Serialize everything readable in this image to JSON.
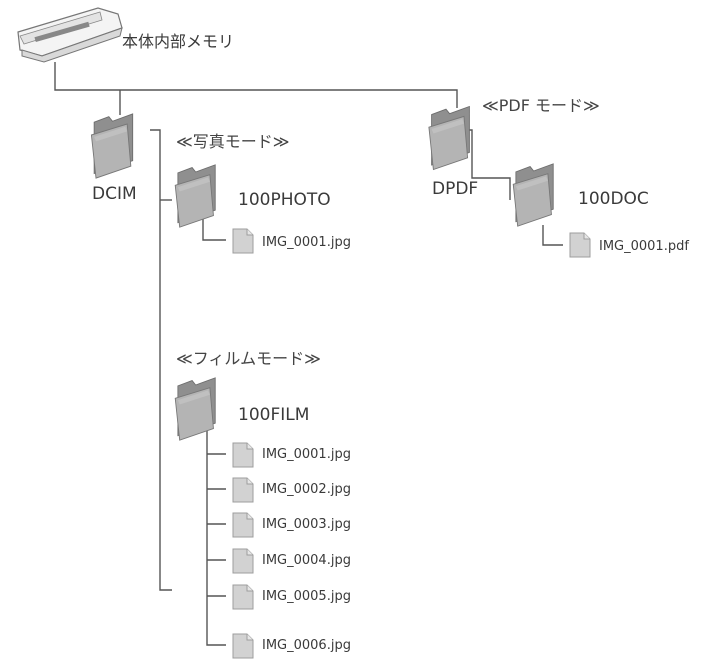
{
  "root": {
    "label": "本体内部メモリ",
    "icon": "scanner-icon"
  },
  "dcim": {
    "name": "DCIM",
    "photo_mode": {
      "label": "≪写真モード≫",
      "folder": "100PHOTO",
      "files": [
        "IMG_0001.jpg"
      ]
    },
    "film_mode": {
      "label": "≪フィルムモード≫",
      "folder": "100FILM",
      "files": [
        "IMG_0001.jpg",
        "IMG_0002.jpg",
        "IMG_0003.jpg",
        "IMG_0004.jpg",
        "IMG_0005.jpg",
        "IMG_0006.jpg"
      ]
    }
  },
  "dpdf": {
    "name": "DPDF",
    "pdf_mode": {
      "label": "≪PDF モード≫",
      "folder": "100DOC",
      "files": [
        "IMG_0001.pdf"
      ]
    }
  },
  "colors": {
    "line": "#555555",
    "folder": "#9a9a9a",
    "file": "#cfcfcf",
    "text": "#3a3a3a"
  }
}
